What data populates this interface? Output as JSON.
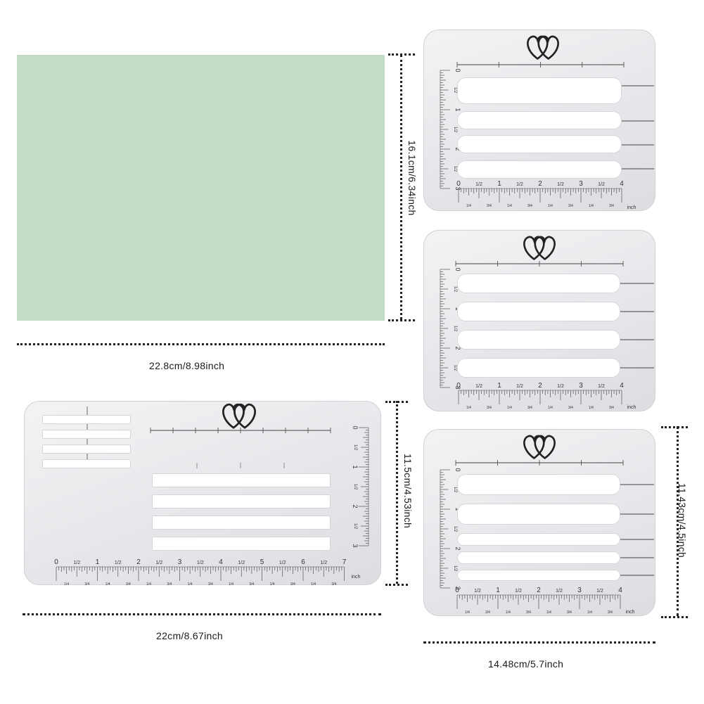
{
  "dimensions": {
    "large_card_width": "22.8cm/8.98inch",
    "large_card_height": "16.1cm/6.34inch",
    "envelope_width": "22cm/8.67inch",
    "envelope_height": "11.5cm/4.53inch",
    "small_width": "14.48cm/5.7inch",
    "small_height": "11.43cm/4.5inch"
  },
  "ruler": {
    "unit_label": "inch",
    "h_numbers_4": [
      "0",
      "1",
      "2",
      "3",
      "4"
    ],
    "h_numbers_7": [
      "0",
      "1",
      "2",
      "3",
      "4",
      "5",
      "6",
      "7"
    ],
    "v_numbers_3": [
      "0",
      "1",
      "2",
      "3"
    ],
    "half_label": "1/2",
    "quarter_label": "1/4",
    "three_quarter_label": "3/4"
  },
  "colors": {
    "card_color": "#c3dcc8",
    "stencil_color": "#e6e7ea",
    "ink": "#222222"
  },
  "icons": {
    "logo": "double-heart-icon"
  }
}
